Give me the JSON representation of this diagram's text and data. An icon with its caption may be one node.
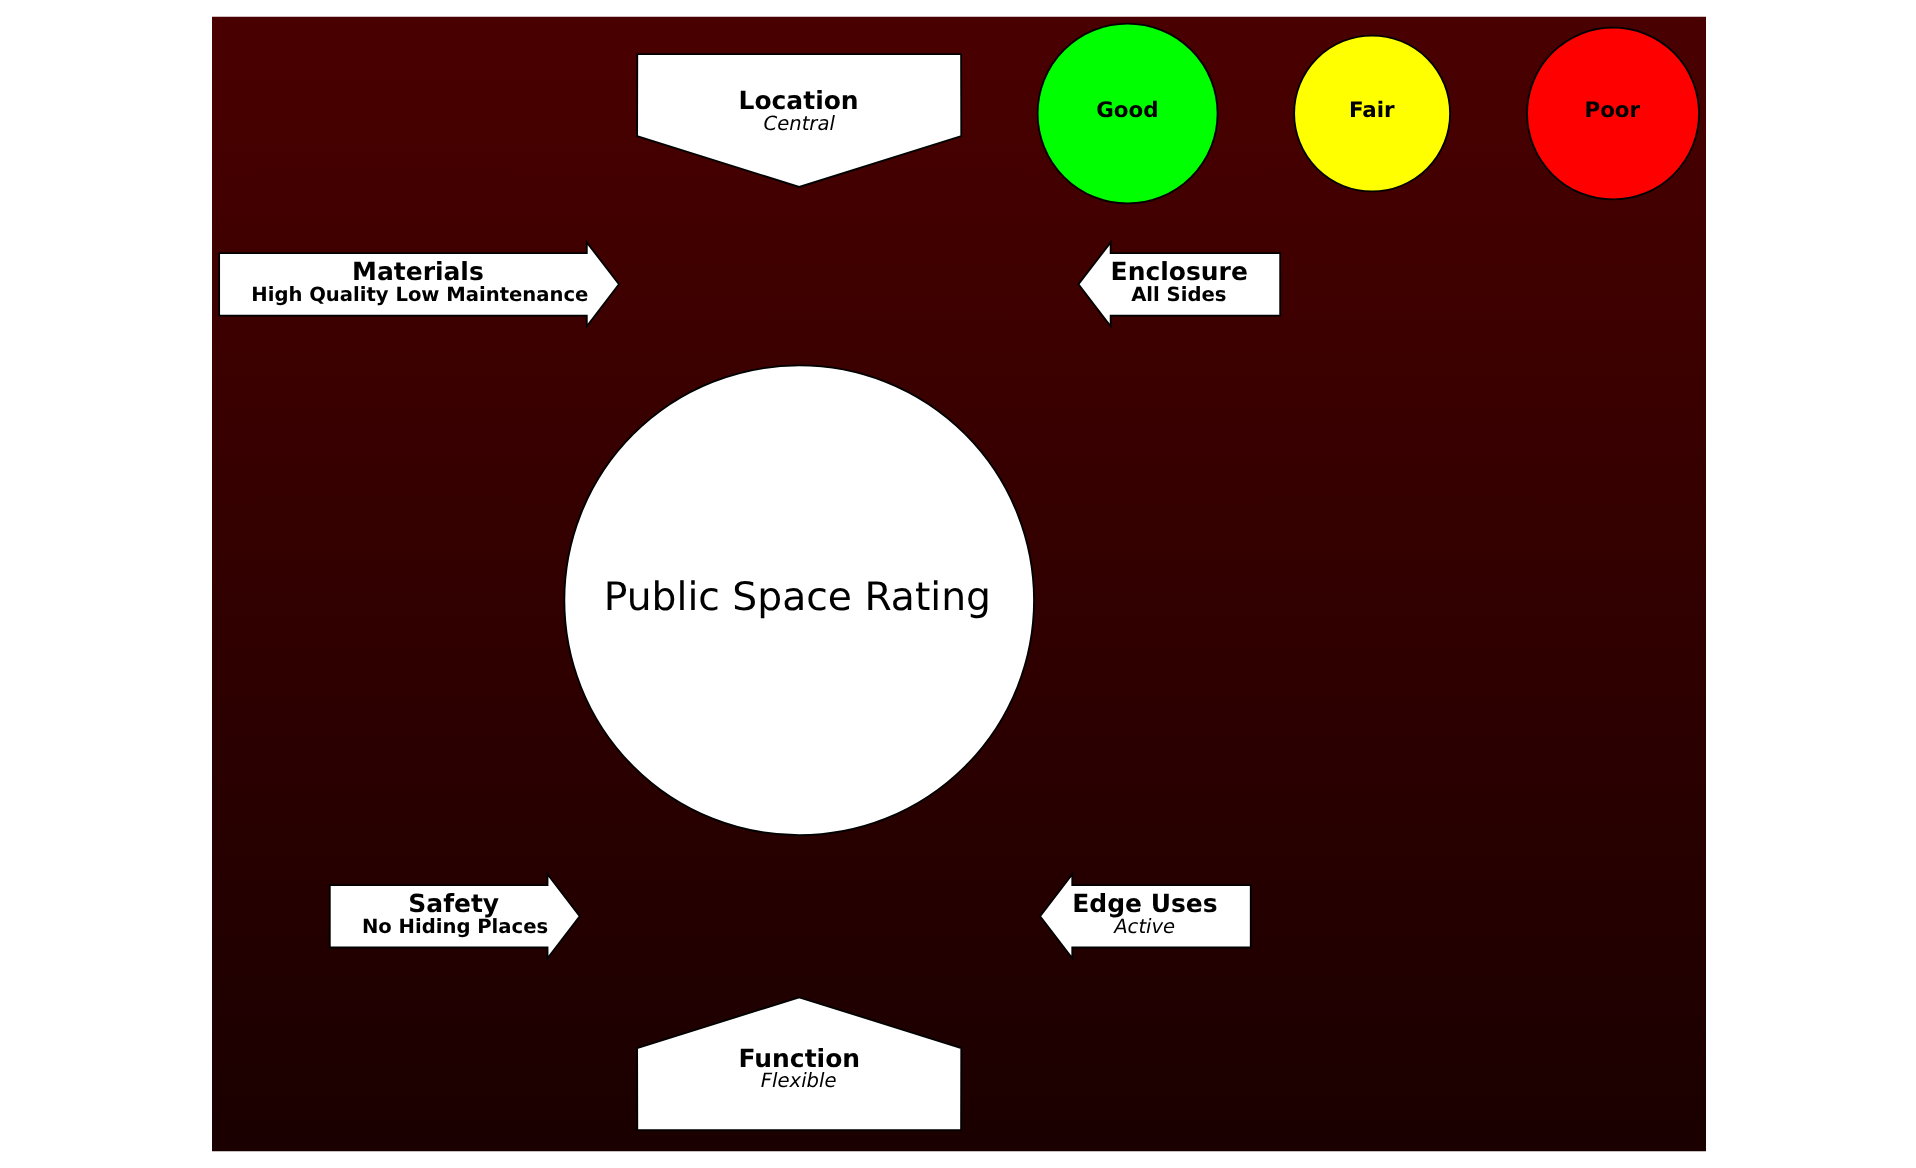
{
  "diagram": {
    "nodes": [
      {
        "text": [
          "Public Space Rating"
        ]
      },
      {
        "text": [
          "Location",
          "Central"
        ]
      },
      {
        "text": [
          "Enclosure",
          "All Sides"
        ]
      },
      {
        "text": [
          "Edge Uses",
          "Active"
        ]
      },
      {
        "text": [
          "Function",
          "Flexible"
        ]
      },
      {
        "text": [
          "Safety",
          "No Hiding Places"
        ]
      },
      {
        "text": [
          "Materials",
          "High Quality Low Maintenance"
        ]
      }
    ],
    "legend": [
      {
        "text": "Good",
        "color": "#00ff00"
      },
      {
        "text": "Fair",
        "color": "#ffff00"
      },
      {
        "text": "Poor",
        "color": "#ff0000"
      }
    ]
  }
}
